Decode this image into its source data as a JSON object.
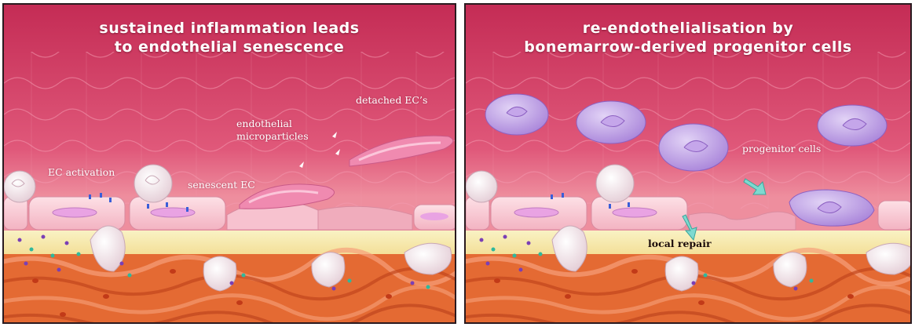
{
  "left_panel": {
    "title_line1": "sustained inflammation leads",
    "title_line2": "to endothelial senescence",
    "labels": {
      "detached_ecs": "detached EC’s",
      "endothelial": "endothelial",
      "microparticles": "microparticles",
      "ec_activation": "EC activation",
      "senescent_ec": "senescent EC"
    }
  },
  "right_panel": {
    "title_line1": "re-endothelialisation by",
    "title_line2": "bonemarrow-derived progenitor cells",
    "labels": {
      "progenitor_cells": "progenitor cells",
      "local_repair": "local repair"
    }
  },
  "colors": {
    "background_top": "#c8325a",
    "background_mid": "#e2607c",
    "subendothelium": "#f6e7a0",
    "smooth_muscle": "#e8642e",
    "progenitor_cell": "#b48be0",
    "arrow": "#7fd9d0"
  }
}
